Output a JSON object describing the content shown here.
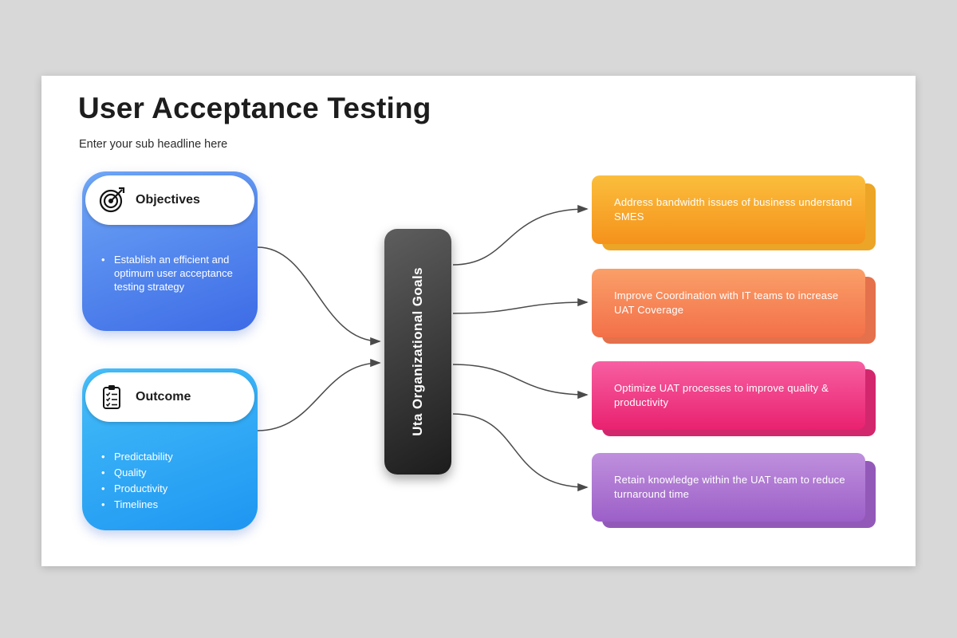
{
  "slide": {
    "title": "User Acceptance Testing",
    "subtitle": "Enter your sub headline here"
  },
  "cards": [
    {
      "label": "Objectives",
      "icon": "target-icon",
      "bullets": [
        "Establish an efficient and optimum user acceptance  testing strategy"
      ],
      "gradient": {
        "angle": "160deg",
        "from": "#6EA6F6",
        "to": "#3D6BE6"
      }
    },
    {
      "label": "Outcome",
      "icon": "clipboard-icon",
      "bullets": [
        "Predictability",
        "Quality",
        "Productivity",
        "Timelines"
      ],
      "gradient": {
        "angle": "160deg",
        "from": "#45BDF8",
        "to": "#1E96F2"
      }
    }
  ],
  "center": {
    "label": "Uta Organizational Goals",
    "gradient": {
      "angle": "150deg",
      "from": "#5E5E5E",
      "to": "#1C1C1C"
    }
  },
  "bars": [
    {
      "text": "Address bandwidth issues of business understand SMES",
      "gradient": {
        "angle": "180deg",
        "from": "#FBBE3C",
        "to": "#F5921C"
      },
      "shadow_color": "#EA9D14"
    },
    {
      "text": "Improve Coordination with IT teams to increase UAT Coverage",
      "gradient": {
        "angle": "180deg",
        "from": "#FA9F68",
        "to": "#F37049"
      },
      "shadow_color": "#E2653C"
    },
    {
      "text": "Optimize UAT processes  to improve quality & productivity",
      "gradient": {
        "angle": "180deg",
        "from": "#F75FA2",
        "to": "#E9216F"
      },
      "shadow_color": "#CE1560"
    },
    {
      "text": "Retain knowledge within the UAT team to reduce turnaround time",
      "gradient": {
        "angle": "180deg",
        "from": "#BF90DD",
        "to": "#9C5FC8"
      },
      "shadow_color": "#8A4BB3"
    }
  ],
  "connector_color": "#4a4a4a"
}
